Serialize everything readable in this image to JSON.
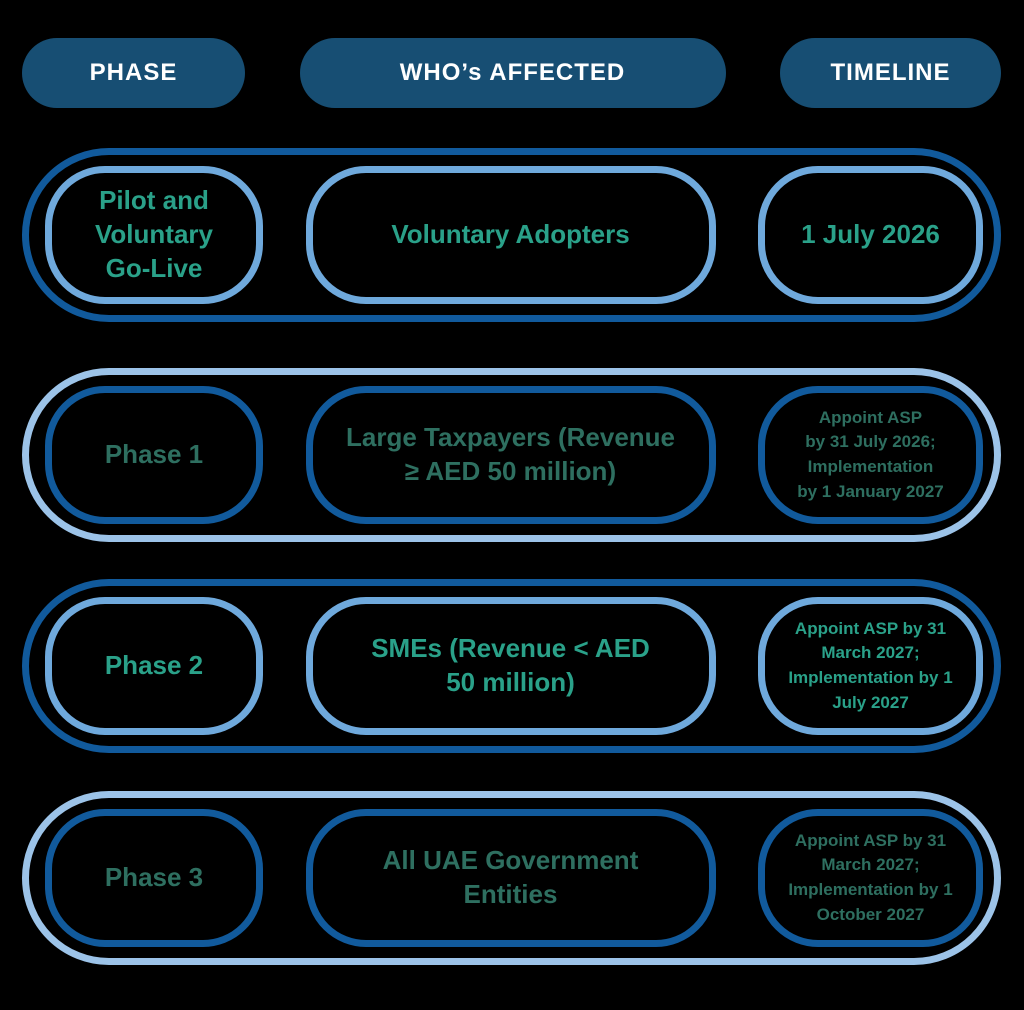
{
  "colors": {
    "background": "#000000",
    "header_pill_fill": "#174E73",
    "header_text": "#FFFFFF",
    "dark_blue_border": "#115A9C",
    "light_blue_border": "#6FA9DC",
    "pale_blue_border": "#9CC3E8",
    "bright_teal_text": "#2AA189",
    "dark_green_text": "#2E6F60"
  },
  "header": {
    "phase_label": "PHASE",
    "affected_label": "WHO’s AFFECTED",
    "timeline_label": "TIMELINE"
  },
  "rows": [
    {
      "phase": "Pilot and\nVoluntary\nGo-Live",
      "affected": "Voluntary Adopters",
      "timeline": "1  July 2026"
    },
    {
      "phase": "Phase 1",
      "affected": "Large Taxpayers (Revenue\n≥ AED 50 million)",
      "timeline": "Appoint ASP\nby 31 July 2026;\nImplementation\nby 1 January 2027"
    },
    {
      "phase": "Phase 2",
      "affected": "SMEs (Revenue < AED\n50 million)",
      "timeline": "Appoint ASP by 31\nMarch 2027;\nImplementation by 1\nJuly 2027"
    },
    {
      "phase": "Phase 3",
      "affected": "All UAE Government\nEntities",
      "timeline": "Appoint ASP by 31\nMarch 2027;\nImplementation by 1\nOctober 2027"
    }
  ]
}
